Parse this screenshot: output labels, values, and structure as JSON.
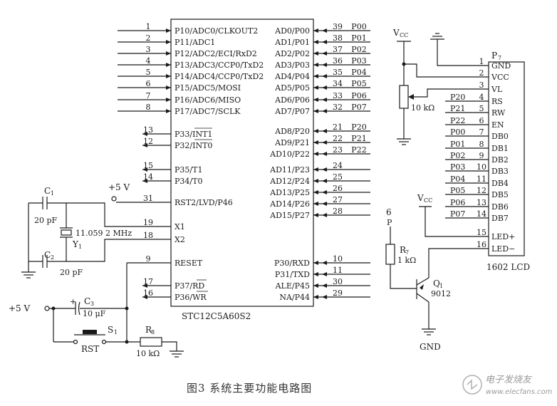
{
  "mcu": {
    "name": "STC12C5A60S2",
    "left_pins": [
      {
        "num": "1",
        "label": "P10/ADC0/CLKOUT2"
      },
      {
        "num": "2",
        "label": "P11/ADC1"
      },
      {
        "num": "3",
        "label": "P12/ADC2/ECI/RxD2"
      },
      {
        "num": "4",
        "label": "P13/ADC3/CCP0/TxD2"
      },
      {
        "num": "5",
        "label": "P14/ADC4/CCP0/TxD2"
      },
      {
        "num": "6",
        "label": "P15/ADC5/MOSI"
      },
      {
        "num": "7",
        "label": "P16/ADC6/MISO"
      },
      {
        "num": "8",
        "label": "P17/ADC7/SCLK"
      },
      {
        "num": "13",
        "label": "P33/INT1"
      },
      {
        "num": "12",
        "label": "P32/INT0"
      },
      {
        "num": "15",
        "label": "P35/T1"
      },
      {
        "num": "14",
        "label": "P34/T0"
      },
      {
        "num": "31",
        "label": "RST2/LVD/P46"
      },
      {
        "num": "19",
        "label": "X1"
      },
      {
        "num": "18",
        "label": "X2"
      },
      {
        "num": "9",
        "label": "RESET"
      },
      {
        "num": "17",
        "label": "P37/RD"
      },
      {
        "num": "16",
        "label": "P36/WR"
      }
    ],
    "right_pins": [
      {
        "num": "39",
        "label": "AD0/P00",
        "net": "P00"
      },
      {
        "num": "38",
        "label": "AD1/P01",
        "net": "P01"
      },
      {
        "num": "37",
        "label": "AD2/P02",
        "net": "P02"
      },
      {
        "num": "36",
        "label": "AD3/P03",
        "net": "P03"
      },
      {
        "num": "35",
        "label": "AD4/P04",
        "net": "P04"
      },
      {
        "num": "34",
        "label": "AD5/P05",
        "net": "P05"
      },
      {
        "num": "33",
        "label": "AD6/P06",
        "net": "P06"
      },
      {
        "num": "32",
        "label": "AD7/P07",
        "net": "P07"
      },
      {
        "num": "21",
        "label": "AD8/P20",
        "net": "P20"
      },
      {
        "num": "22",
        "label": "AD9/P21",
        "net": "P21"
      },
      {
        "num": "23",
        "label": "AD10/P22",
        "net": "P22"
      },
      {
        "num": "24",
        "label": "AD11/P23",
        "net": ""
      },
      {
        "num": "25",
        "label": "AD12/P24",
        "net": ""
      },
      {
        "num": "26",
        "label": "AD13/P25",
        "net": ""
      },
      {
        "num": "27",
        "label": "AD14/P26",
        "net": ""
      },
      {
        "num": "28",
        "label": "AD15/P27",
        "net": ""
      },
      {
        "num": "10",
        "label": "P30/RXD",
        "net": ""
      },
      {
        "num": "11",
        "label": "P31/TXD",
        "net": ""
      },
      {
        "num": "30",
        "label": "ALE/P45",
        "net": ""
      },
      {
        "num": "29",
        "label": "NA/P44",
        "net": ""
      }
    ]
  },
  "lcd": {
    "ref": "P",
    "ref_sub": "7",
    "name": "1602 LCD",
    "pins": [
      {
        "num": "1",
        "label": "GND",
        "net": ""
      },
      {
        "num": "2",
        "label": "VCC",
        "net": ""
      },
      {
        "num": "3",
        "label": "VL",
        "net": ""
      },
      {
        "num": "4",
        "label": "RS",
        "net": "P20"
      },
      {
        "num": "5",
        "label": "RW",
        "net": "P21"
      },
      {
        "num": "6",
        "label": "EN",
        "net": "P22"
      },
      {
        "num": "7",
        "label": "DB0",
        "net": "P00"
      },
      {
        "num": "8",
        "label": "DB1",
        "net": "P01"
      },
      {
        "num": "9",
        "label": "DB2",
        "net": "P02"
      },
      {
        "num": "10",
        "label": "DB3",
        "net": "P03"
      },
      {
        "num": "11",
        "label": "DB4",
        "net": "P04"
      },
      {
        "num": "12",
        "label": "DB5",
        "net": "P05"
      },
      {
        "num": "13",
        "label": "DB6",
        "net": "P06"
      },
      {
        "num": "14",
        "label": "DB7",
        "net": "P07"
      },
      {
        "num": "15",
        "label": "LED+",
        "net": ""
      },
      {
        "num": "16",
        "label": "LED−",
        "net": ""
      }
    ]
  },
  "components": {
    "c1_ref": "C",
    "c1_sub": "1",
    "c1_val": "20 pF",
    "c2_ref": "C",
    "c2_sub": "2",
    "c2_val": "20 pF",
    "c3_ref": "C",
    "c3_sub": "3",
    "c3_val": "10 μF",
    "y1_ref": "Y",
    "y1_sub": "1",
    "y1_val": "11.059 2 MHz",
    "r7_ref": "R",
    "r7_sub": "7",
    "r7_val": "1 kΩ",
    "r8_ref": "R",
    "r8_sub": "8",
    "r8_val": "10 kΩ",
    "pot_val": "10 kΩ",
    "q1_ref": "Q",
    "q1_sub": "1",
    "q1_val": "9012",
    "s1_ref": "S",
    "s1_sub": "1",
    "s1_label": "RST",
    "plus5v_a": "+5  V",
    "plus5v_b": "+5  V",
    "vcc_main": "V",
    "vcc_sub": "CC",
    "vcc_led": "V",
    "vcc_led_sub": "CC",
    "gnd": "GND",
    "p6": "6",
    "p6b": "P"
  },
  "caption": "图3    系统主要功能电路图",
  "watermark": "电子发烧友",
  "watermark_url": "www.elecfans.com",
  "colors": {
    "ink": "#1a1a1a",
    "caption": "#333333",
    "watermark": "#9a9a9a"
  }
}
